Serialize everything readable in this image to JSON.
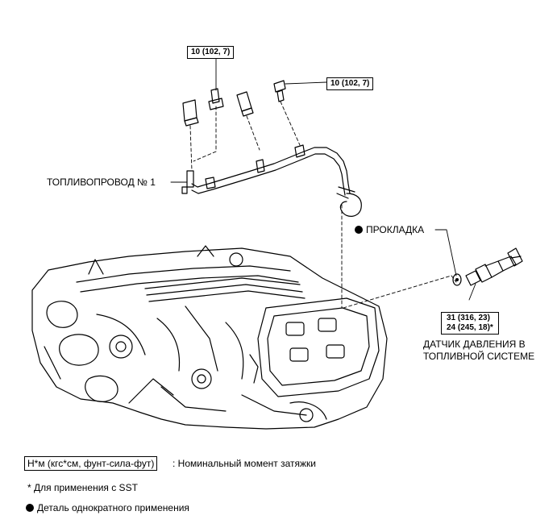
{
  "labels": {
    "fuel_pipe": "ТОПЛИВОПРОВОД № 1",
    "gasket": "ПРОКЛАДКА",
    "sensor_line1": "ДАТЧИК ДАВЛЕНИЯ В",
    "sensor_line2": "ТОПЛИВНОЙ СИСТЕМЕ"
  },
  "torque": {
    "bolt_left": "10 (102, 7)",
    "bolt_right": "10 (102, 7)",
    "sensor_line1": "31 (316, 23)",
    "sensor_line2": "24 (245, 18)*"
  },
  "legend": {
    "unit_box": "Н*м (кгс*см, фунт-сила-фут)",
    "unit_desc": ": Номинальный момент затяжки",
    "sst_note": "* Для применения с SST",
    "single_use": "Деталь однократного применения"
  }
}
